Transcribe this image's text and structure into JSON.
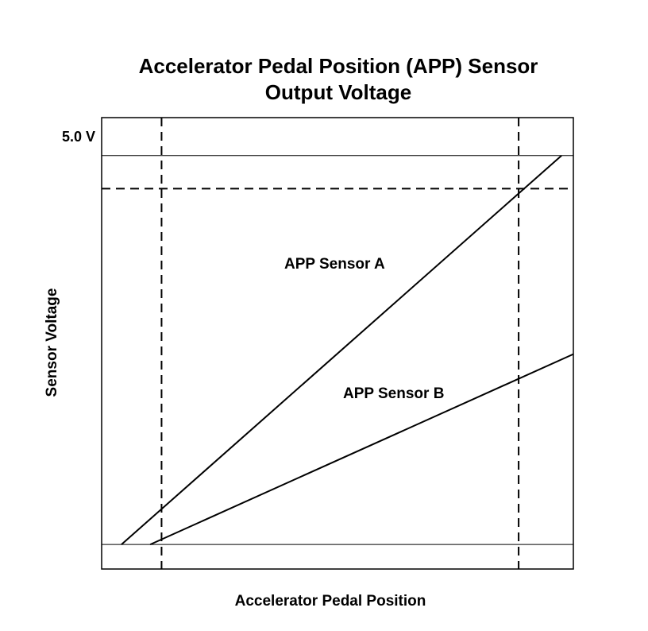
{
  "chart_data": {
    "type": "line",
    "title": [
      "Accelerator Pedal Position (APP) Sensor",
      "Output Voltage"
    ],
    "xlabel": "Accelerator Pedal Position",
    "ylabel": "Sensor Voltage",
    "xlim": [
      0,
      100
    ],
    "ylim": [
      0,
      5.5
    ],
    "y_ticks": [
      {
        "value": 5.0,
        "label": "5.0 V"
      }
    ],
    "grid": false,
    "colors": {
      "line": "#000000",
      "background": "#ffffff"
    },
    "reference_lines": [
      {
        "orientation": "horizontal",
        "value": 5.0,
        "style": "solid"
      },
      {
        "orientation": "horizontal",
        "value": 0.3,
        "style": "solid"
      },
      {
        "orientation": "horizontal",
        "value": 4.6,
        "style": "dashed"
      },
      {
        "orientation": "vertical",
        "value": 12.7,
        "style": "dashed"
      },
      {
        "orientation": "vertical",
        "value": 88.4,
        "style": "dashed"
      }
    ],
    "series": [
      {
        "name": "APP Sensor A",
        "x": [
          4.2,
          97.5
        ],
        "y": [
          0.3,
          5.0
        ]
      },
      {
        "name": "APP Sensor B",
        "x": [
          10.3,
          100
        ],
        "y": [
          0.3,
          2.6
        ]
      }
    ]
  }
}
